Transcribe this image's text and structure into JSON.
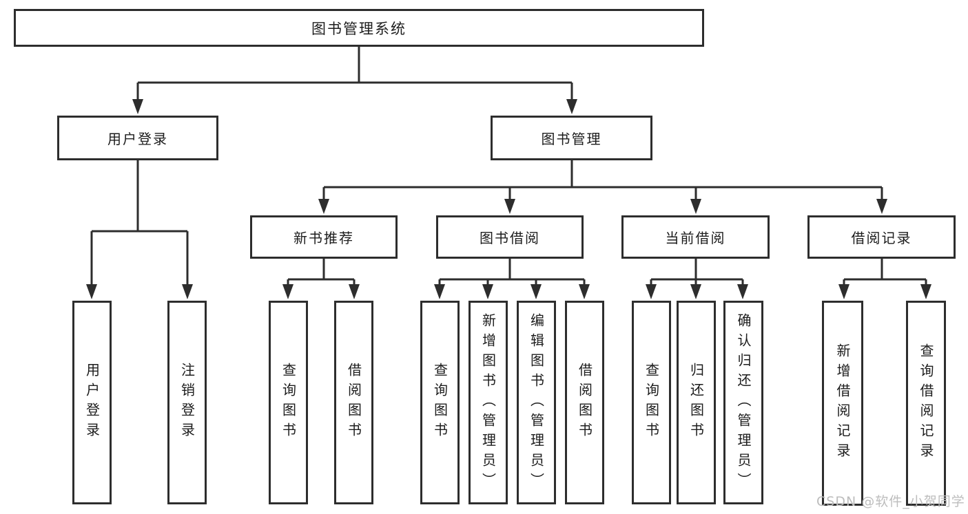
{
  "nodes": {
    "root": "图书管理系统",
    "user_login": "用户登录",
    "book_mgmt": "图书管理",
    "new_book_rec": "新书推荐",
    "book_borrow": "图书借阅",
    "current_borrow": "当前借阅",
    "borrow_record": "借阅记录",
    "leaf_user_login": "用户登录",
    "leaf_logout": "注销登录",
    "leaf_query_book_rec": "查询图书",
    "leaf_borrow_book_rec": "借阅图书",
    "leaf_query_book_borrow": "查询图书",
    "leaf_add_book": "新增图书（管理员）",
    "leaf_edit_book": "编辑图书（管理员）",
    "leaf_borrow_book_borrow": "借阅图书",
    "leaf_query_book_current": "查询图书",
    "leaf_return_book": "归还图书",
    "leaf_confirm_return": "确认归还（管理员）",
    "leaf_add_record": "新增借阅记录",
    "leaf_query_record": "查询借阅记录"
  },
  "hierarchy": {
    "图书管理系统": {
      "用户登录": [
        "用户登录",
        "注销登录"
      ],
      "图书管理": {
        "新书推荐": [
          "查询图书",
          "借阅图书"
        ],
        "图书借阅": [
          "查询图书",
          "新增图书（管理员）",
          "编辑图书（管理员）",
          "借阅图书"
        ],
        "当前借阅": [
          "查询图书",
          "归还图书",
          "确认归还（管理员）"
        ],
        "借阅记录": [
          "新增借阅记录",
          "查询借阅记录"
        ]
      }
    }
  },
  "watermark": "CSDN @软件_小贺同学",
  "colors": {
    "background": "#ffffff",
    "box_border": "#2d2d2d",
    "connector": "#2d2d2d",
    "text": "#1c1c1c",
    "watermark": "#bdbdbd"
  }
}
